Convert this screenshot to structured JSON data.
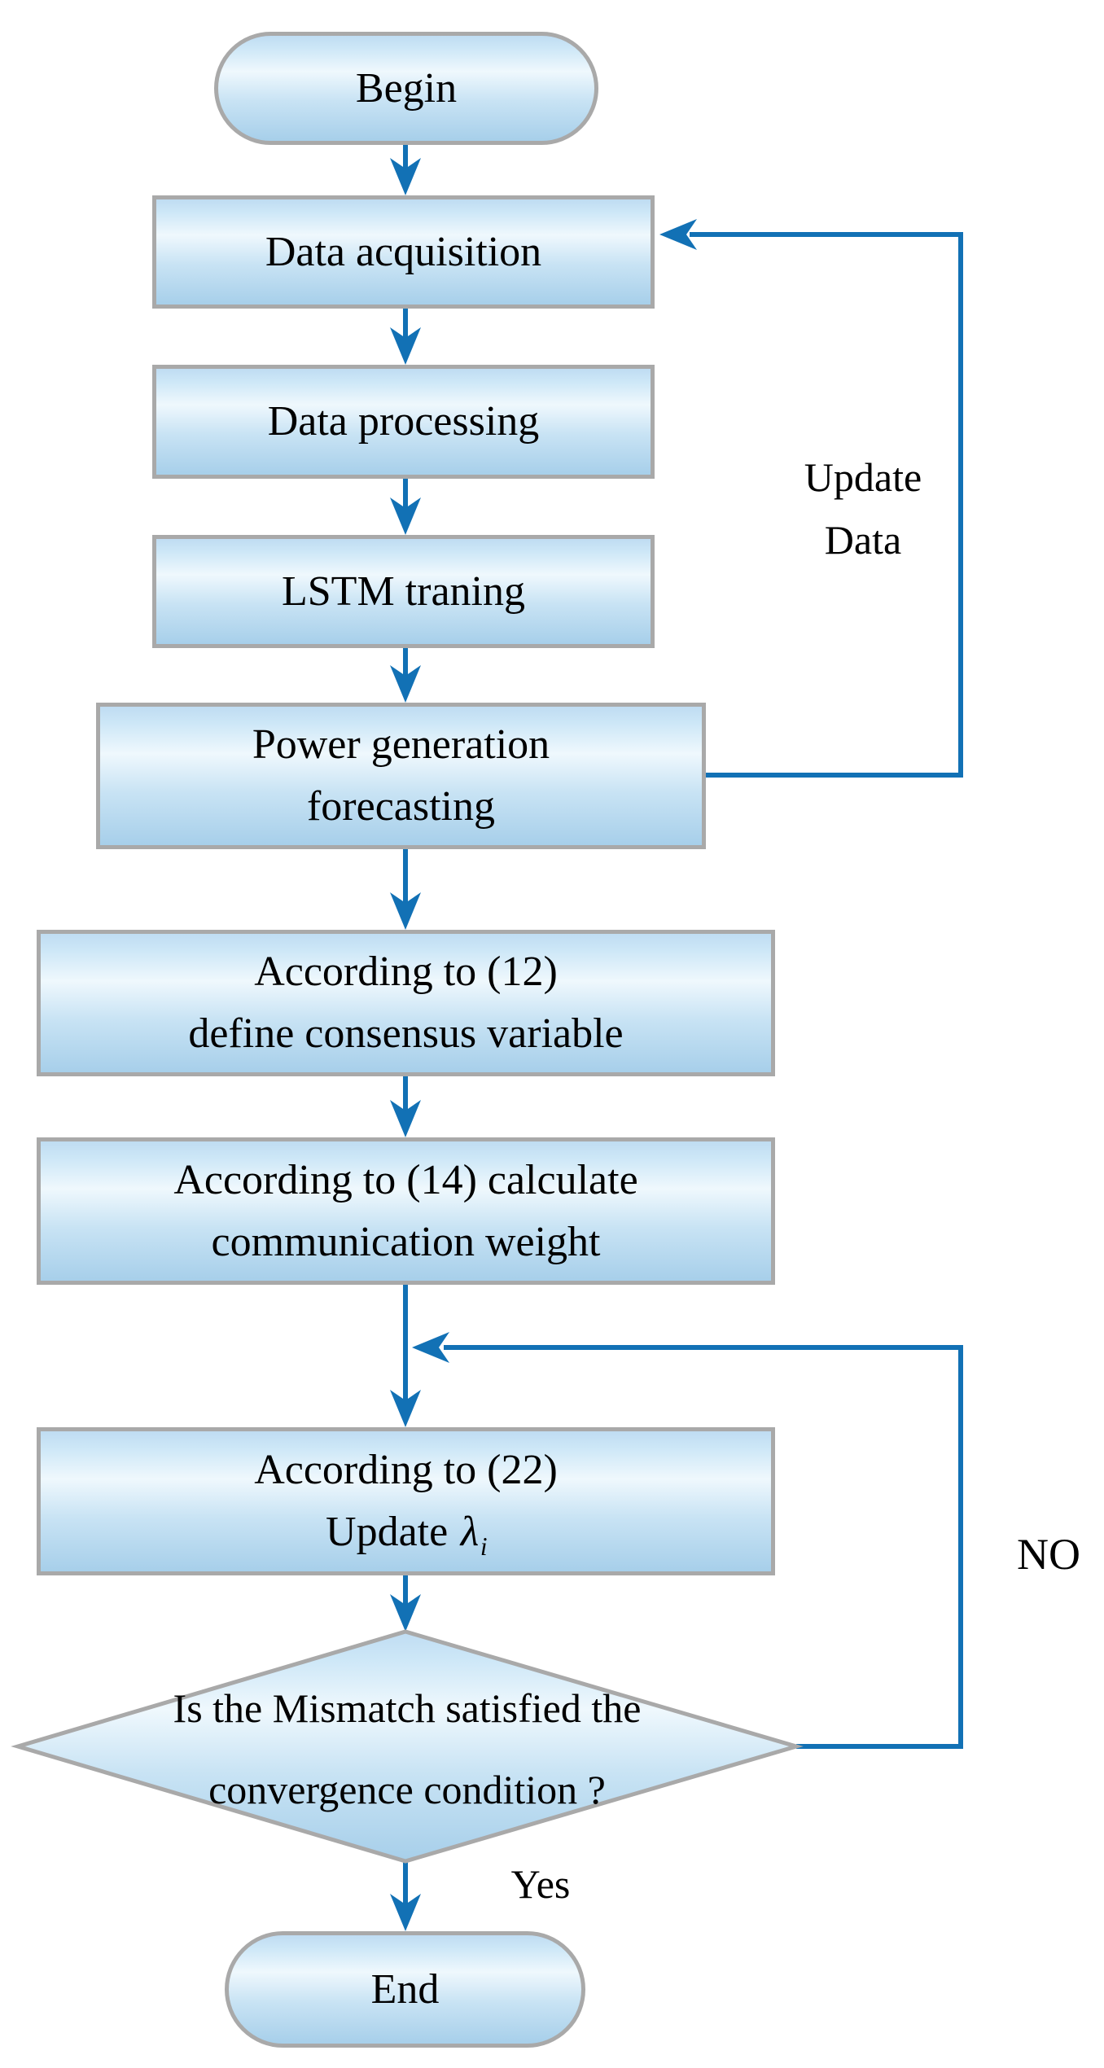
{
  "figure": {
    "type": "flowchart",
    "title": ""
  },
  "colors": {
    "line_blue": "#1271b5",
    "border_gray": "#a9a9a9",
    "text_black": "#000000",
    "fill_top": "#bfdcf2",
    "fill_upper": "#cde7f7",
    "fill_light": "#eff8fd",
    "fill_mid": "#c8e3f4",
    "fill_bottom": "#a7cfea"
  },
  "nodes": {
    "begin": {
      "label": "Begin"
    },
    "data_acquisition": {
      "label": "Data acquisition"
    },
    "data_processing": {
      "label": "Data processing"
    },
    "lstm_training": {
      "label": "LSTM traning"
    },
    "power_forecasting": {
      "line1": "Power generation",
      "line2": "forecasting"
    },
    "define_consensus": {
      "line1": "According to (12)",
      "line2": "define consensus variable"
    },
    "communication_weight": {
      "line1": "According to (14) calculate",
      "line2": "communication weight"
    },
    "update_lambda": {
      "line1": "According to (22)",
      "line2_prefix": "Update",
      "lambda_symbol": "λ",
      "lambda_subscript": "i"
    },
    "decision": {
      "line1": "Is the Mismatch satisfied the",
      "line2": "convergence condition ?"
    },
    "end": {
      "label": "End"
    }
  },
  "edge_labels": {
    "update_data": {
      "line1": "Update",
      "line2": "Data"
    },
    "no": "NO",
    "yes": "Yes"
  }
}
